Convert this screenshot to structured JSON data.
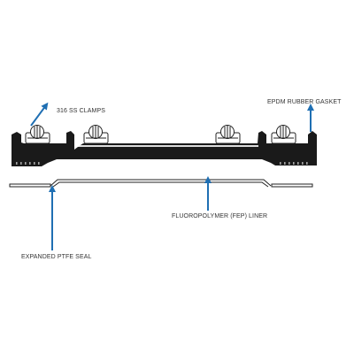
{
  "labels": {
    "clamps": "316 SS CLAMPS",
    "gasket": "EPDM RUBBER GASKET",
    "liner": "FLUOROPOLYMER (FEP) LINER",
    "seal": "EXPANDED PTFE SEAL"
  },
  "colors": {
    "arrow": "#1f6fb3",
    "body": "#1a1a1a",
    "outline": "#222222",
    "text": "#333333"
  }
}
